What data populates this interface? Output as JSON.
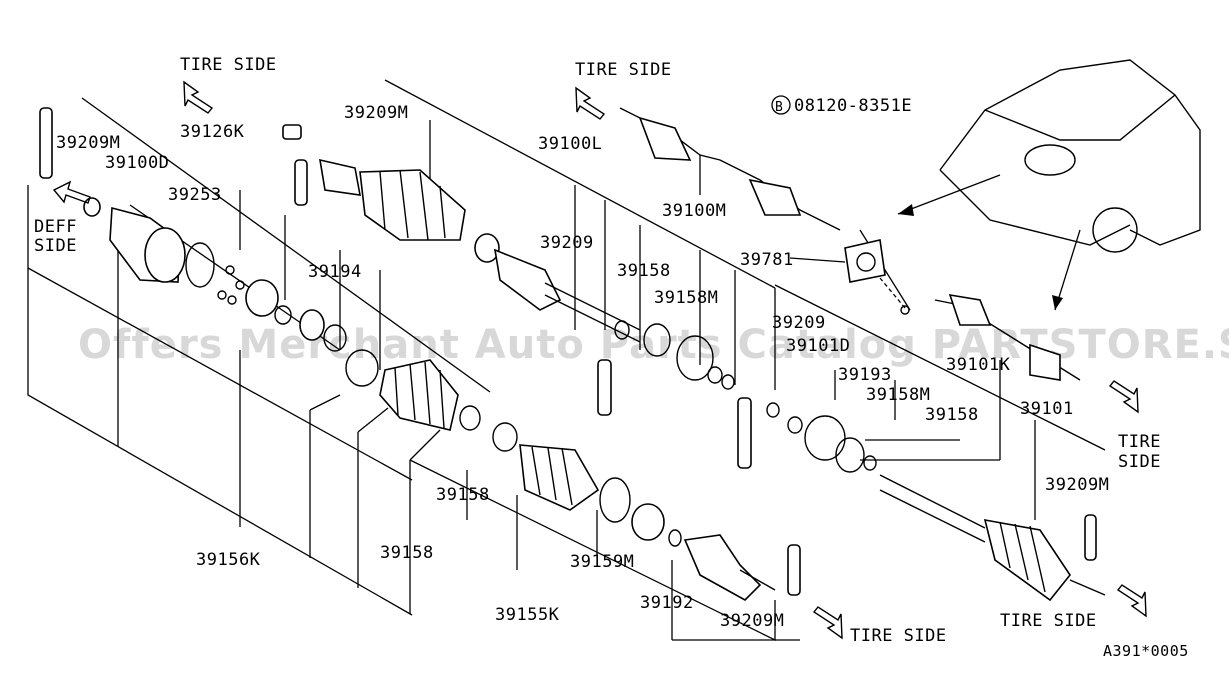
{
  "watermark": "Offers Merchant Auto Parts Catalog PARTSTORE.SA",
  "figure_code": "A391*0005",
  "side_labels": {
    "tire_side": "TIRE SIDE",
    "tire": "TIRE",
    "side": "SIDE",
    "deff": "DEFF",
    "deff_side": "SIDE"
  },
  "bolt_callout": "08120-8351E",
  "bolt_prefix": "B",
  "parts": {
    "p39209M": "39209M",
    "p39100D": "39100D",
    "p39126K": "39126K",
    "p39253": "39253",
    "p39194": "39194",
    "p39100L": "39100L",
    "p39209": "39209",
    "p39158": "39158",
    "p39158M": "39158M",
    "p39100M": "39100M",
    "p39781": "39781",
    "p39101D": "39101D",
    "p39193": "39193",
    "p39101K": "39101K",
    "p39101": "39101",
    "p39156K": "39156K",
    "p39155K": "39155K",
    "p39159M": "39159M",
    "p39192": "39192"
  }
}
